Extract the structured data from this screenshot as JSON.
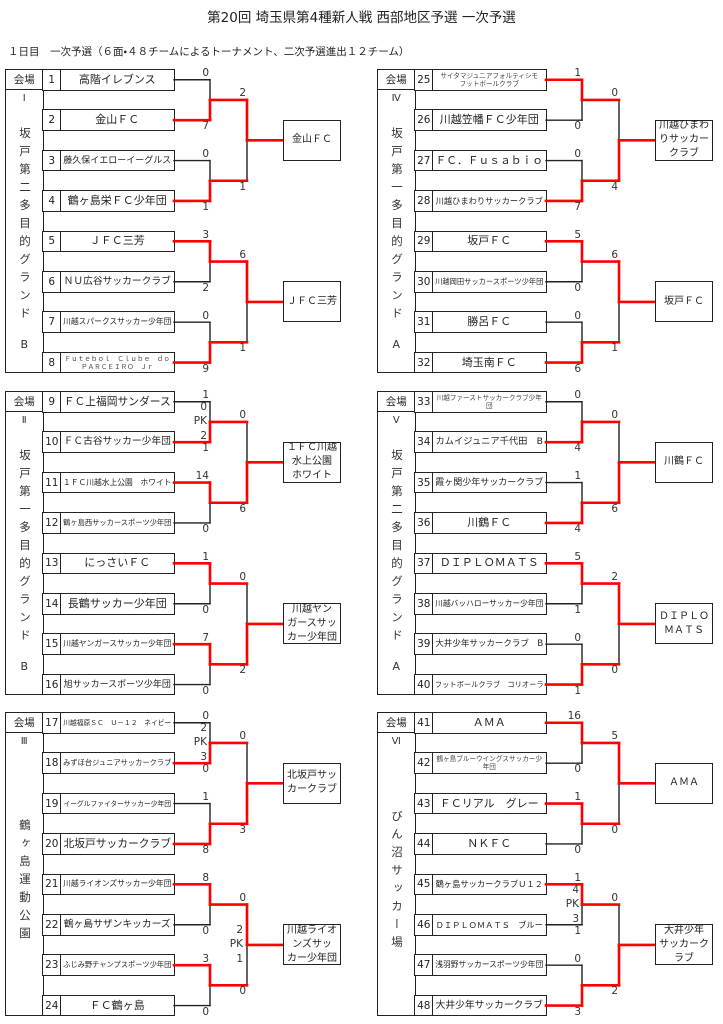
{
  "header": {
    "title": "第20回 埼玉県第4種新人戦 西部地区予選 一次予選",
    "subtitle": "１日目　一次予選（６面・４８チームによるトーナメント、二次予選進出１２チーム）"
  },
  "labels": {
    "venue_header": "会場",
    "pk": "PK"
  },
  "colors": {
    "line": "#222222",
    "winner_line": "#ff0000"
  },
  "blocks": [
    {
      "venue": {
        "numeral": "Ⅰ",
        "name": "坂戸第二多目的グランド",
        "court": "B"
      },
      "teams": [
        {
          "no": "1",
          "name": "高階イレブンス"
        },
        {
          "no": "2",
          "name": "金山ＦＣ"
        },
        {
          "no": "3",
          "name": "藤久保イエローイーグルス"
        },
        {
          "no": "4",
          "name": "鶴ヶ島栄ＦＣ少年団"
        },
        {
          "no": "5",
          "name": "ＪＦＣ三芳"
        },
        {
          "no": "6",
          "name": "ＮＵ広谷サッカークラブ"
        },
        {
          "no": "7",
          "name": "川越スパークスサッカー少年団"
        },
        {
          "no": "8",
          "name": "Ｆｕｔｅｂｏｌ　Ｃｌｕｂｅ　ｄｏ　ＰＡＲＣＥＩＲＯ　Ｊｒ"
        }
      ],
      "round1": [
        {
          "scores": [
            "0",
            "7"
          ],
          "winner": 1
        },
        {
          "scores": [
            "0",
            "1"
          ],
          "winner": 1
        },
        {
          "scores": [
            "3",
            "2"
          ],
          "winner": 0
        },
        {
          "scores": [
            "0",
            "9"
          ],
          "winner": 1
        }
      ],
      "round2": [
        {
          "scores": [
            "2",
            "1"
          ],
          "winner": 0
        },
        {
          "scores": [
            "6",
            "1"
          ],
          "winner": 0
        }
      ],
      "qualifiers": [
        "金山ＦＣ",
        "ＪＦＣ三芳"
      ]
    },
    {
      "venue": {
        "numeral": "Ⅱ",
        "name": "坂戸第一多目的グランド",
        "court": "B"
      },
      "teams": [
        {
          "no": "9",
          "name": "ＦＣ上福岡サンダース"
        },
        {
          "no": "10",
          "name": "ＦＣ古谷サッカー少年団"
        },
        {
          "no": "11",
          "name": "１ＦＣ川越水上公園　ホワイト"
        },
        {
          "no": "12",
          "name": "鶴ヶ島西サッカースポーツ少年団"
        },
        {
          "no": "13",
          "name": "にっさいＦＣ"
        },
        {
          "no": "14",
          "name": "長鶴サッカー少年団"
        },
        {
          "no": "15",
          "name": "川越ヤンガースサッカー少年団"
        },
        {
          "no": "16",
          "name": "旭サッカースポーツ少年団"
        }
      ],
      "round1": [
        {
          "scores": [
            "1",
            "1"
          ],
          "pk": [
            "0",
            "2"
          ],
          "winner": 1
        },
        {
          "scores": [
            "14",
            "0"
          ],
          "winner": 0
        },
        {
          "scores": [
            "1",
            "0"
          ],
          "winner": 0
        },
        {
          "scores": [
            "7",
            "0"
          ],
          "winner": 0
        }
      ],
      "round2": [
        {
          "scores": [
            "0",
            "6"
          ],
          "winner": 1
        },
        {
          "scores": [
            "0",
            "2"
          ],
          "winner": 1
        }
      ],
      "qualifiers": [
        "１ＦＣ川越水上公園　ホワイト",
        "川越ヤンガースサッカー少年団"
      ]
    },
    {
      "venue": {
        "numeral": "Ⅲ",
        "name": "鶴ヶ島運動公園",
        "court": ""
      },
      "teams": [
        {
          "no": "17",
          "name": "川越福原ＳＣ　Ｕ－１２　ネイビー"
        },
        {
          "no": "18",
          "name": "みずほ台ジュニアサッカークラブ"
        },
        {
          "no": "19",
          "name": "イーグルファイターサッカー少年団"
        },
        {
          "no": "20",
          "name": "北坂戸サッカークラブ"
        },
        {
          "no": "21",
          "name": "川越ライオンズサッカー少年団"
        },
        {
          "no": "22",
          "name": "鶴ヶ島サザンキッカーズ"
        },
        {
          "no": "23",
          "name": "ふじみ野チャンプスポーツ少年団"
        },
        {
          "no": "24",
          "name": "ＦＣ鶴ヶ島"
        }
      ],
      "round1": [
        {
          "scores": [
            "0",
            "0"
          ],
          "pk": [
            "2",
            "3"
          ],
          "winner": 1
        },
        {
          "scores": [
            "1",
            "8"
          ],
          "winner": 1
        },
        {
          "scores": [
            "8",
            "0"
          ],
          "winner": 0
        },
        {
          "scores": [
            "3",
            "0"
          ],
          "winner": 0
        }
      ],
      "round2": [
        {
          "scores": [
            "0",
            "3"
          ],
          "winner": 1
        },
        {
          "scores": [
            "0",
            "0"
          ],
          "pk": [
            "2",
            "1"
          ],
          "winner": 0
        }
      ],
      "qualifiers": [
        "北坂戸サッカークラブ",
        "川越ライオンズサッカー少年団"
      ]
    },
    {
      "venue": {
        "numeral": "Ⅳ",
        "name": "坂戸第一多目的グランド",
        "court": "A"
      },
      "teams": [
        {
          "no": "25",
          "name": "サイタマジュニアフォルティシモフットボールクラブ"
        },
        {
          "no": "26",
          "name": "川越笠幡ＦＣ少年団"
        },
        {
          "no": "27",
          "name": "ＦＣ．Ｆｕｓａｂｉｏ"
        },
        {
          "no": "28",
          "name": "川越ひまわりサッカークラブ"
        },
        {
          "no": "29",
          "name": "坂戸ＦＣ"
        },
        {
          "no": "30",
          "name": "川越岡田サッカースポーツ少年団"
        },
        {
          "no": "31",
          "name": "勝呂ＦＣ"
        },
        {
          "no": "32",
          "name": "埼玉南ＦＣ"
        }
      ],
      "round1": [
        {
          "scores": [
            "1",
            "0"
          ],
          "winner": 0
        },
        {
          "scores": [
            "0",
            "7"
          ],
          "winner": 1
        },
        {
          "scores": [
            "5",
            "0"
          ],
          "winner": 0
        },
        {
          "scores": [
            "0",
            "6"
          ],
          "winner": 1
        }
      ],
      "round2": [
        {
          "scores": [
            "0",
            "4"
          ],
          "winner": 1
        },
        {
          "scores": [
            "6",
            "1"
          ],
          "winner": 0
        }
      ],
      "qualifiers": [
        "川越ひまわりサッカークラブ",
        "坂戸ＦＣ"
      ]
    },
    {
      "venue": {
        "numeral": "Ⅴ",
        "name": "坂戸第二多目的グランド",
        "court": "A"
      },
      "teams": [
        {
          "no": "33",
          "name": "川越ファーストサッカークラブ少年団"
        },
        {
          "no": "34",
          "name": "カムイジュニア千代田　B"
        },
        {
          "no": "35",
          "name": "霞ヶ関少年サッカークラブ"
        },
        {
          "no": "36",
          "name": "川鶴ＦＣ"
        },
        {
          "no": "37",
          "name": "ＤＩＰＬＯＭＡＴＳ"
        },
        {
          "no": "38",
          "name": "川越バッハローサッカー少年団"
        },
        {
          "no": "39",
          "name": "大井少年サッカークラブ　B"
        },
        {
          "no": "40",
          "name": "フットボールクラブ　コリオーラ"
        }
      ],
      "round1": [
        {
          "scores": [
            "0",
            "4"
          ],
          "winner": 1
        },
        {
          "scores": [
            "1",
            "4"
          ],
          "winner": 1
        },
        {
          "scores": [
            "5",
            "1"
          ],
          "winner": 0
        },
        {
          "scores": [
            "0",
            "1"
          ],
          "winner": 1
        }
      ],
      "round2": [
        {
          "scores": [
            "0",
            "6"
          ],
          "winner": 1
        },
        {
          "scores": [
            "2",
            "0"
          ],
          "winner": 0
        }
      ],
      "qualifiers": [
        "川鶴ＦＣ",
        "ＤＩＰＬＯＭＡＴＳ"
      ]
    },
    {
      "venue": {
        "numeral": "Ⅵ",
        "name": "びん沼サッカー場",
        "court": ""
      },
      "teams": [
        {
          "no": "41",
          "name": "ＡＭＡ"
        },
        {
          "no": "42",
          "name": "鶴ヶ島ブルーウイングスサッカー少年団"
        },
        {
          "no": "43",
          "name": "ＦＣリアル　グレー"
        },
        {
          "no": "44",
          "name": "ＮＫＦＣ"
        },
        {
          "no": "45",
          "name": "鶴ヶ島サッカークラブＵ１２"
        },
        {
          "no": "46",
          "name": "ＤＩＰＬＯＭＡＴＳ　ブルー"
        },
        {
          "no": "47",
          "name": "浅羽野サッカースポーツ少年団"
        },
        {
          "no": "48",
          "name": "大井少年サッカークラブ"
        }
      ],
      "round1": [
        {
          "scores": [
            "16",
            "0"
          ],
          "winner": 0
        },
        {
          "scores": [
            "1",
            "0"
          ],
          "winner": 0
        },
        {
          "scores": [
            "1",
            "1"
          ],
          "pk": [
            "4",
            "3"
          ],
          "winner": 0
        },
        {
          "scores": [
            "0",
            "3"
          ],
          "winner": 1
        }
      ],
      "round2": [
        {
          "scores": [
            "5",
            "0"
          ],
          "winner": 0
        },
        {
          "scores": [
            "0",
            "2"
          ],
          "winner": 1
        }
      ],
      "qualifiers": [
        "ＡＭＡ",
        "大井少年サッカークラブ"
      ]
    }
  ]
}
